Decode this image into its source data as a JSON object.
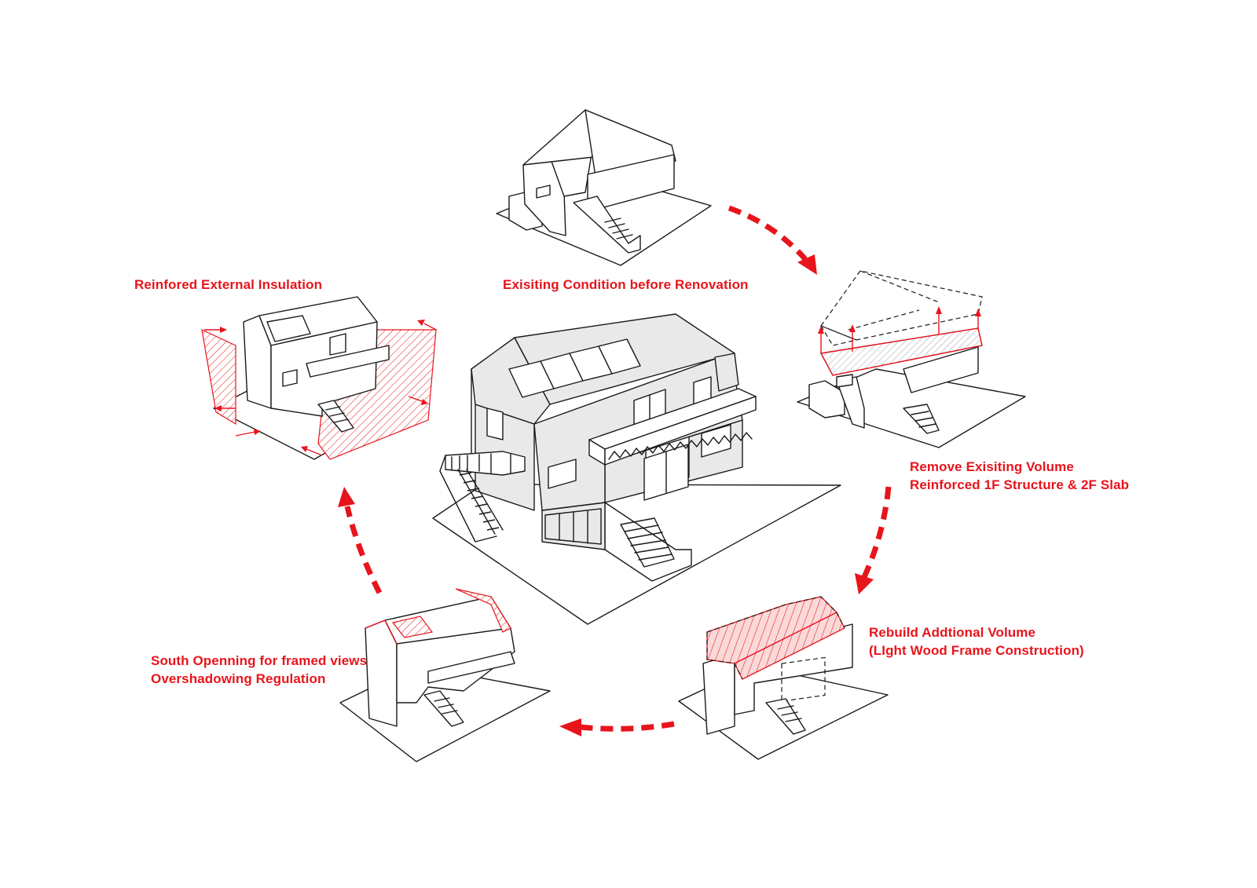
{
  "colors": {
    "accent": "#e8141c",
    "ink": "#1a1a1a",
    "background": "#ffffff"
  },
  "steps": [
    {
      "id": "existing",
      "lines": [
        "Exisiting Condition before Renovation"
      ]
    },
    {
      "id": "remove",
      "lines": [
        "Remove Exisiting Volume",
        "Reinforced 1F Structure & 2F Slab"
      ]
    },
    {
      "id": "rebuild",
      "lines": [
        "Rebuild Addtional Volume",
        "(LIght Wood Frame Construction)"
      ]
    },
    {
      "id": "south",
      "lines": [
        "South Openning for framed views",
        "Overshadowing Regulation"
      ]
    },
    {
      "id": "insulation",
      "lines": [
        "Reinfored External Insulation"
      ]
    }
  ],
  "flow_arrows": [
    "existing-to-remove",
    "remove-to-rebuild",
    "rebuild-to-south",
    "south-to-insulation"
  ]
}
